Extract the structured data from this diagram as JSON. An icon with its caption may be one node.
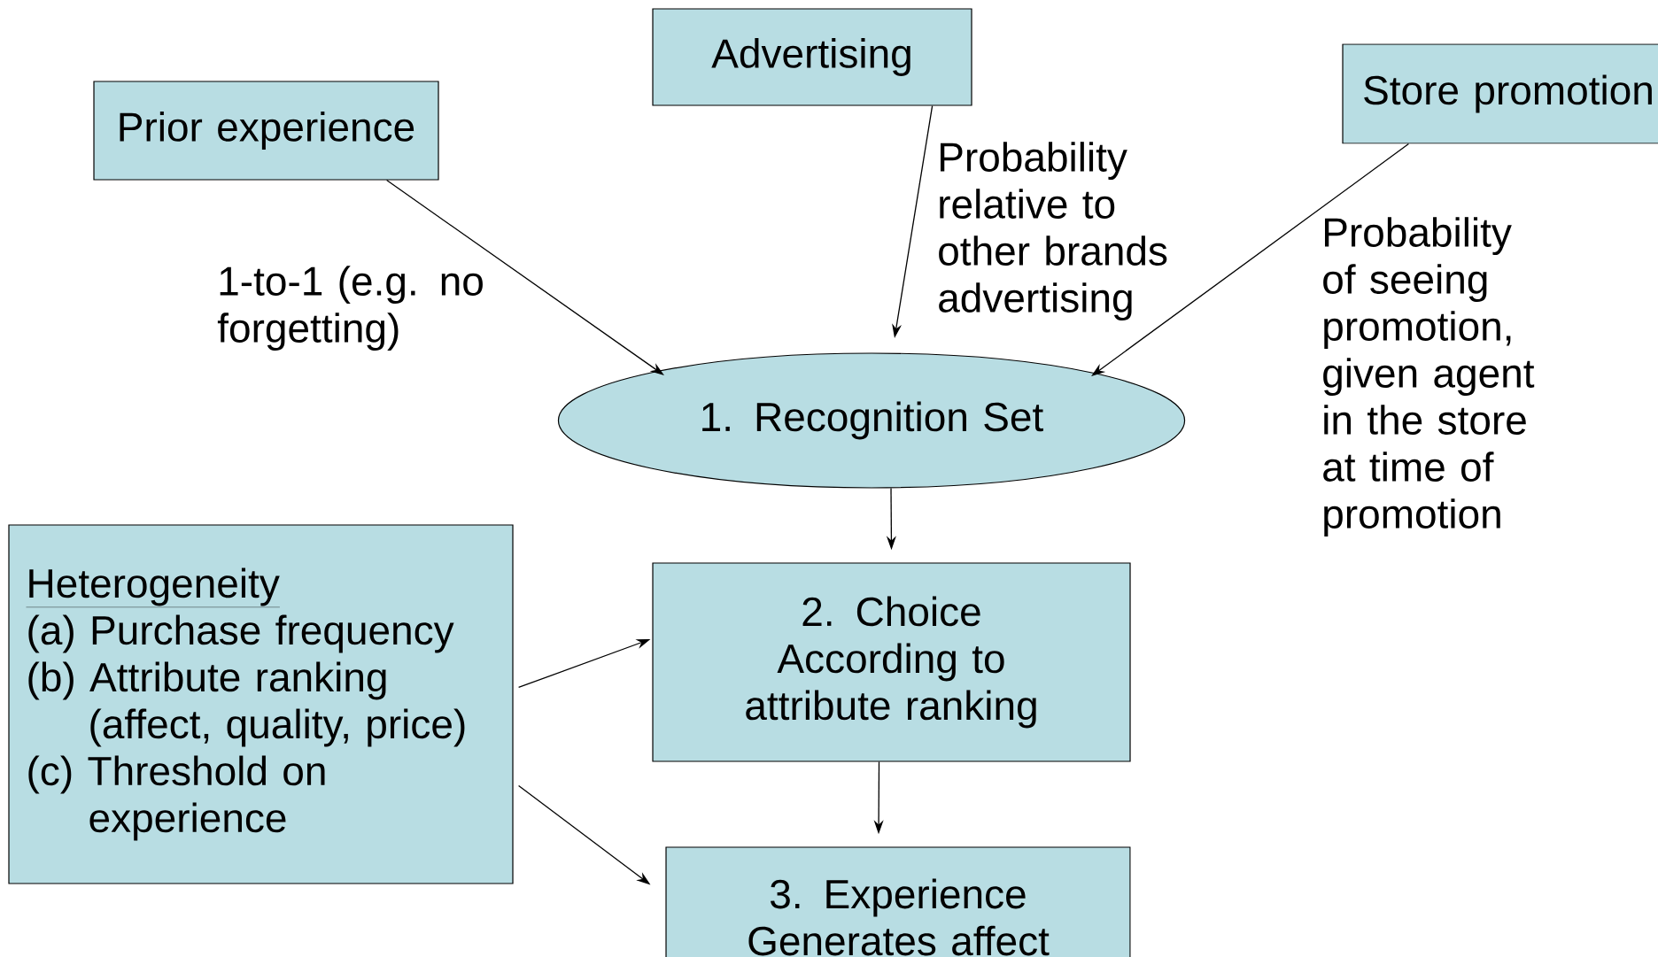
{
  "diagram": {
    "nodes": [
      {
        "text": [
          "Prior experience"
        ]
      },
      {
        "text": [
          "Advertising"
        ]
      },
      {
        "text": [
          "Store promotion"
        ]
      },
      {
        "text": [
          "1. Recognition Set"
        ]
      },
      {
        "text": [
          "Heterogeneity",
          "(a) Purchase frequency",
          "(b) Attribute ranking (affect, quality, price)",
          "(c) Threshold on experience"
        ]
      },
      {
        "text": [
          "2. Choice According to attribute ranking"
        ]
      },
      {
        "text": [
          "3. Experience Generates affect"
        ]
      }
    ],
    "edges": [
      {
        "from": 0,
        "to": 3,
        "arrow": "to",
        "label": "1-to-1 (e.g. no forgetting)"
      },
      {
        "from": 1,
        "to": 3,
        "arrow": "to",
        "label": "Probability relative to other brands advertising"
      },
      {
        "from": 2,
        "to": 3,
        "arrow": "to",
        "label": "Probability of seeing promotion, given agent in the store at time of promotion"
      },
      {
        "from": 3,
        "to": 5,
        "arrow": "to"
      },
      {
        "from": 5,
        "to": 6,
        "arrow": "to"
      },
      {
        "from": 4,
        "to": 5,
        "arrow": "to"
      },
      {
        "from": 4,
        "to": 6,
        "arrow": "to"
      }
    ]
  }
}
